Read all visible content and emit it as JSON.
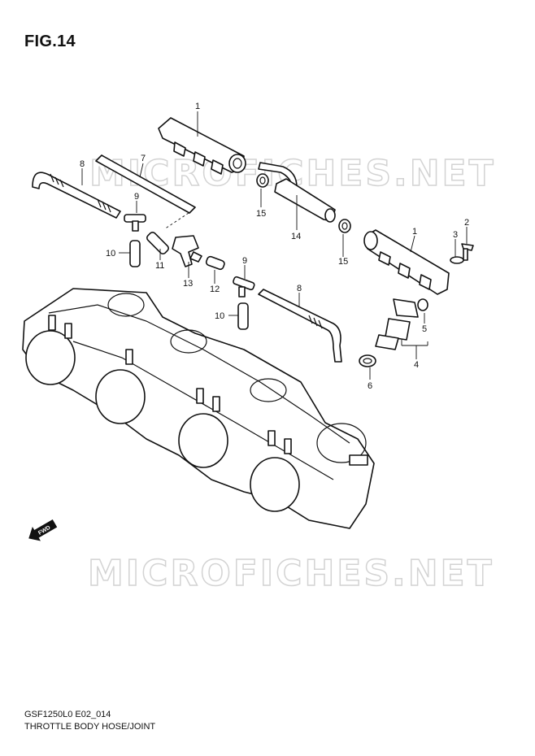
{
  "figure_title": "FIG.14",
  "watermark": "MICROFICHES.NET",
  "fwd_label": "FWD",
  "footer": {
    "model_code": "GSF1250L0 E02_014",
    "caption": "THROTTLE BODY HOSE/JOINT"
  },
  "callouts": [
    "1",
    "7",
    "8",
    "9",
    "15",
    "14",
    "15",
    "1",
    "2",
    "3",
    "10",
    "11",
    "13",
    "12",
    "9",
    "8",
    "10",
    "5",
    "4",
    "6"
  ]
}
